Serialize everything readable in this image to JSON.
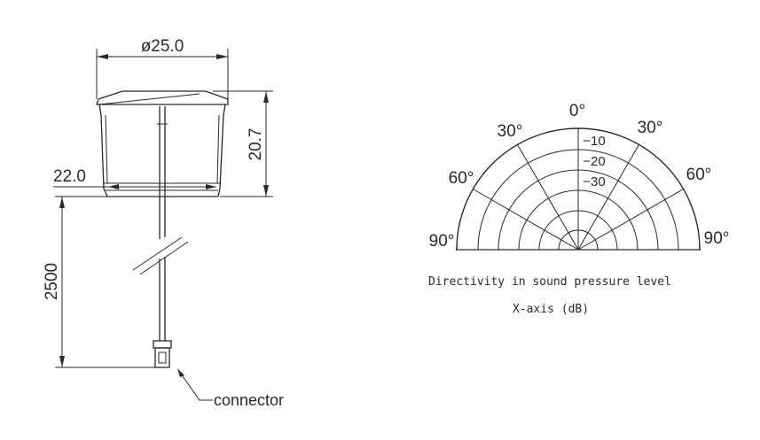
{
  "dimensions": {
    "diameter": "ø25.0",
    "height": "20.7",
    "inner_width": "22.0",
    "cable_length": "2500"
  },
  "callouts": {
    "connector": "connector"
  },
  "polar": {
    "angle_labels": {
      "center": "0°",
      "left_30": "30°",
      "right_30": "30°",
      "left_60": "60°",
      "right_60": "60°",
      "left_90": "90°",
      "right_90": "90°"
    },
    "ring_labels": [
      "−10",
      "−20",
      "−30"
    ],
    "caption_line1": "Directivity in sound pressure level",
    "caption_line2": "X-axis  (dB)"
  }
}
